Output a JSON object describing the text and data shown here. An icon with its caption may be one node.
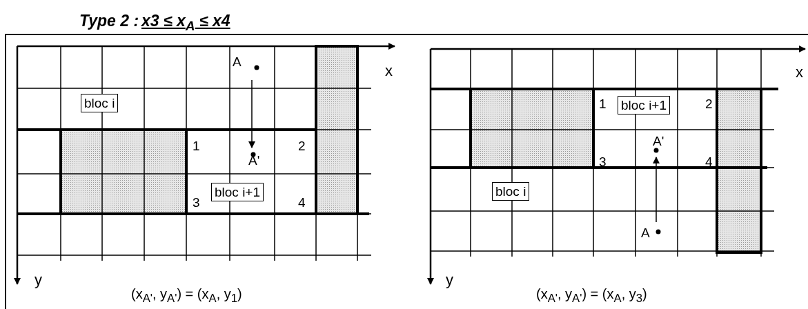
{
  "diagram": {
    "title": "Type 2 :",
    "nodes": [
      {
        "text": [
          "A"
        ]
      },
      {
        "text": [
          "bloc i"
        ]
      },
      {
        "text": [
          "A'"
        ]
      },
      {
        "text": [
          "bloc i+1"
        ]
      },
      {
        "text": [
          "bloc i+1"
        ]
      },
      {
        "text": [
          "A'"
        ]
      },
      {
        "text": [
          "bloc i"
        ]
      },
      {
        "text": [
          "A"
        ]
      }
    ],
    "edges": [
      {
        "from": 0,
        "to": 2,
        "arrow": "to"
      },
      {
        "from": 7,
        "to": 5,
        "arrow": "to"
      }
    ],
    "labels": [
      "x3 ≤ x$_{A}$ ≤ x4",
      "x",
      "1",
      "2",
      "3",
      "4",
      "y",
      "(x$_{A'}$, y$_{A'}$) = (x$_{A}$, y$_{1}$)",
      "x",
      "1",
      "2",
      "3",
      "4",
      "y",
      "(x$_{A'}$, y$_{A'}$) = (x$_{A}$, y$_{3}$)"
    ]
  }
}
